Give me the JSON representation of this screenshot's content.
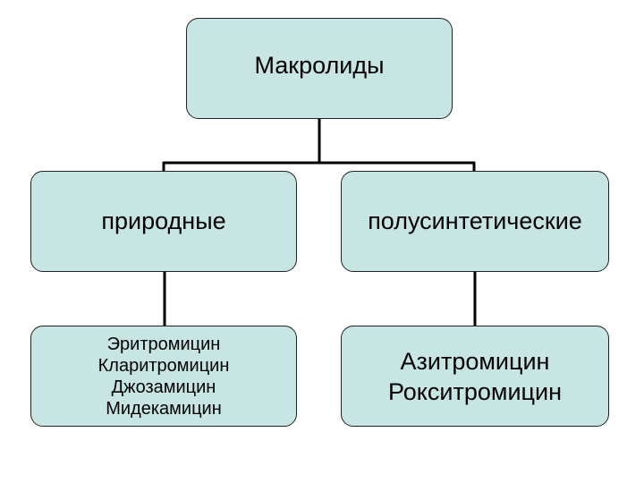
{
  "diagram": {
    "root": {
      "label": "Макролиды"
    },
    "categories": [
      {
        "label": "природные",
        "drugs": [
          "Эритромицин",
          "Кларитромицин",
          "Джозамицин",
          "Мидекамицин"
        ]
      },
      {
        "label": "полусинтетические",
        "drugs": [
          "Азитромицин",
          "Рокситромицин"
        ]
      }
    ]
  },
  "colors": {
    "box_fill": "#c6e5e3",
    "box_border": "#222222",
    "connector": "#000000"
  }
}
